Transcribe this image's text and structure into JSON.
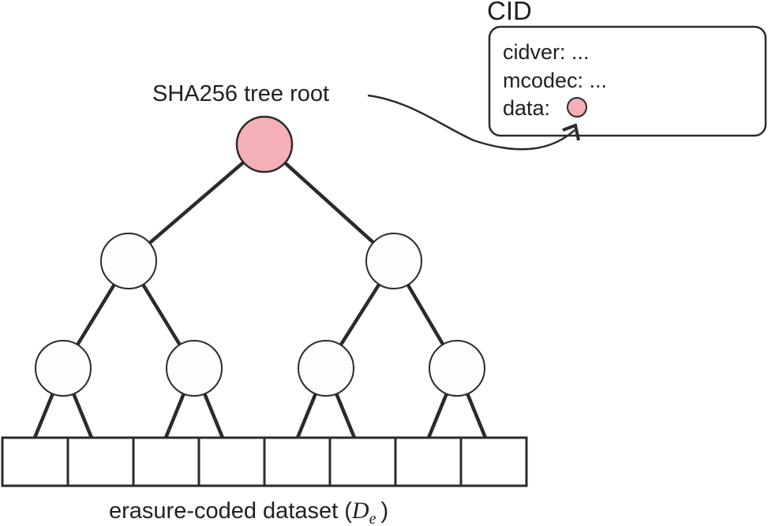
{
  "diagram": {
    "root_label": "SHA256 tree root",
    "dataset_label_prefix": "erasure-coded dataset (",
    "dataset_symbol": "D",
    "dataset_subscript": "e",
    "dataset_label_suffix": ")",
    "cid": {
      "title": "CID",
      "fields": [
        {
          "name": "cidver",
          "value": "..."
        },
        {
          "name": "mcodec",
          "value": "..."
        },
        {
          "name": "data",
          "value": ""
        }
      ],
      "field_lines": [
        "cidver: ...",
        "mcodec: ...",
        "data:"
      ]
    },
    "tree": {
      "levels": 3,
      "leaf_blocks": 8,
      "root_color": "#f4b0b6",
      "node_color": "#fdfdfd",
      "stroke_color": "#2b2b2b"
    }
  }
}
